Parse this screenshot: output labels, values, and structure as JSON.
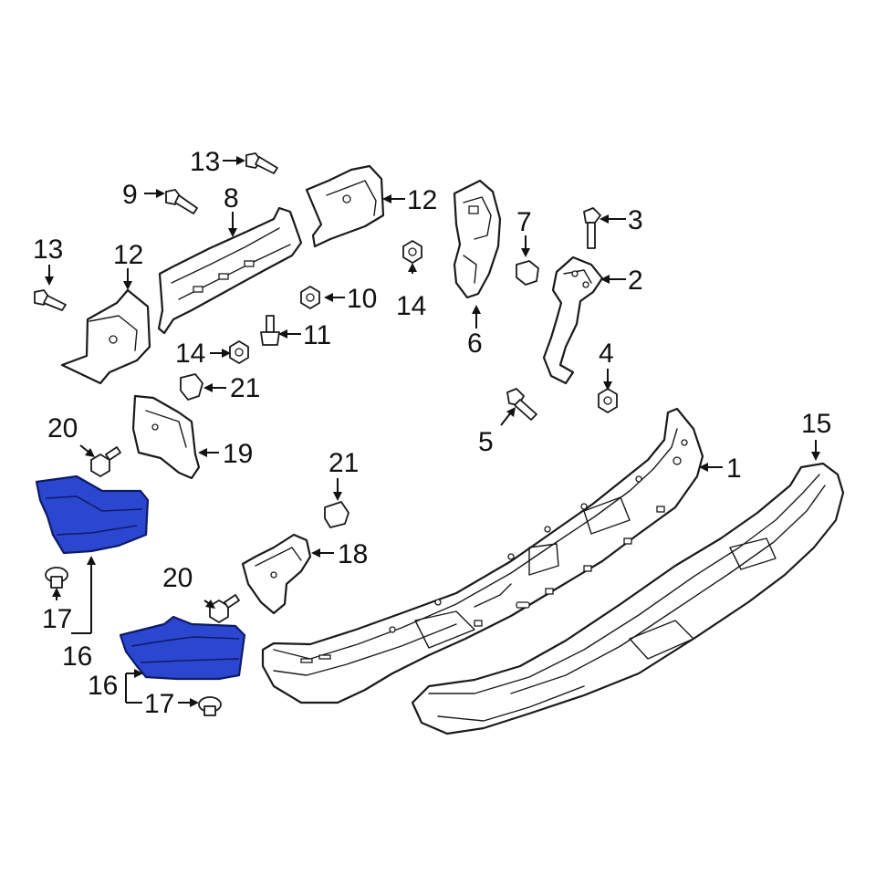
{
  "colors": {
    "highlight": "#2b46cf",
    "line": "#1a1a1a",
    "background": "#ffffff"
  },
  "callouts": [
    {
      "key": "c1",
      "label": "1"
    },
    {
      "key": "c2",
      "label": "2"
    },
    {
      "key": "c3",
      "label": "3"
    },
    {
      "key": "c4",
      "label": "4"
    },
    {
      "key": "c5",
      "label": "5"
    },
    {
      "key": "c6",
      "label": "6"
    },
    {
      "key": "c7",
      "label": "7"
    },
    {
      "key": "c8",
      "label": "8"
    },
    {
      "key": "c9",
      "label": "9"
    },
    {
      "key": "c10",
      "label": "10"
    },
    {
      "key": "c11",
      "label": "11"
    },
    {
      "key": "c12a",
      "label": "12"
    },
    {
      "key": "c12b",
      "label": "12"
    },
    {
      "key": "c13a",
      "label": "13"
    },
    {
      "key": "c13b",
      "label": "13"
    },
    {
      "key": "c14a",
      "label": "14"
    },
    {
      "key": "c14b",
      "label": "14"
    },
    {
      "key": "c15",
      "label": "15"
    },
    {
      "key": "c16a",
      "label": "16"
    },
    {
      "key": "c16b",
      "label": "16"
    },
    {
      "key": "c17a",
      "label": "17"
    },
    {
      "key": "c17b",
      "label": "17"
    },
    {
      "key": "c18",
      "label": "18"
    },
    {
      "key": "c19",
      "label": "19"
    },
    {
      "key": "c20a",
      "label": "20"
    },
    {
      "key": "c20b",
      "label": "20"
    },
    {
      "key": "c21a",
      "label": "21"
    },
    {
      "key": "c21b",
      "label": "21"
    }
  ]
}
